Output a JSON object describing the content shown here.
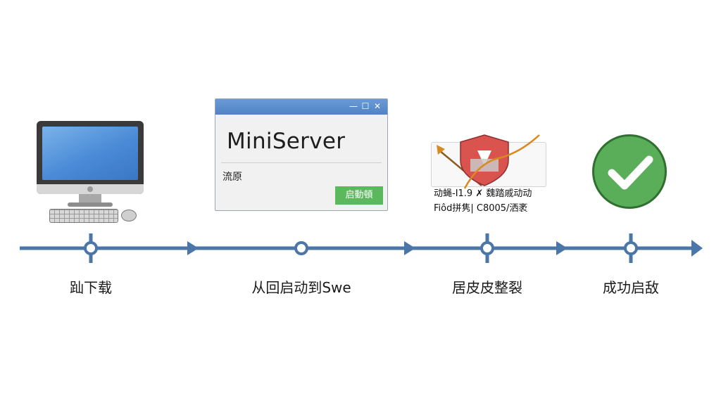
{
  "steps": [
    {
      "label": "䟖下载"
    },
    {
      "label": "从回启动到Swe"
    },
    {
      "label": "居皮皮整裂"
    },
    {
      "label": "成功启敌"
    }
  ],
  "window": {
    "title": "MiniServer",
    "label": "流原",
    "button_label": "启動頓",
    "minimize_glyph": "—",
    "maximize_glyph": "☐",
    "close_glyph": "✕"
  },
  "cert": {
    "line1": "动蝇-Ι1.9 ✗ 魏踏戚动动",
    "line2": "Fiôd拼隽| C8005/洒袤"
  },
  "colors": {
    "timeline": "#4a76a8",
    "check": "#5aae5a",
    "window_bar": "#5b8fd0",
    "button": "#5cb85c",
    "shield": "#d9534f"
  }
}
